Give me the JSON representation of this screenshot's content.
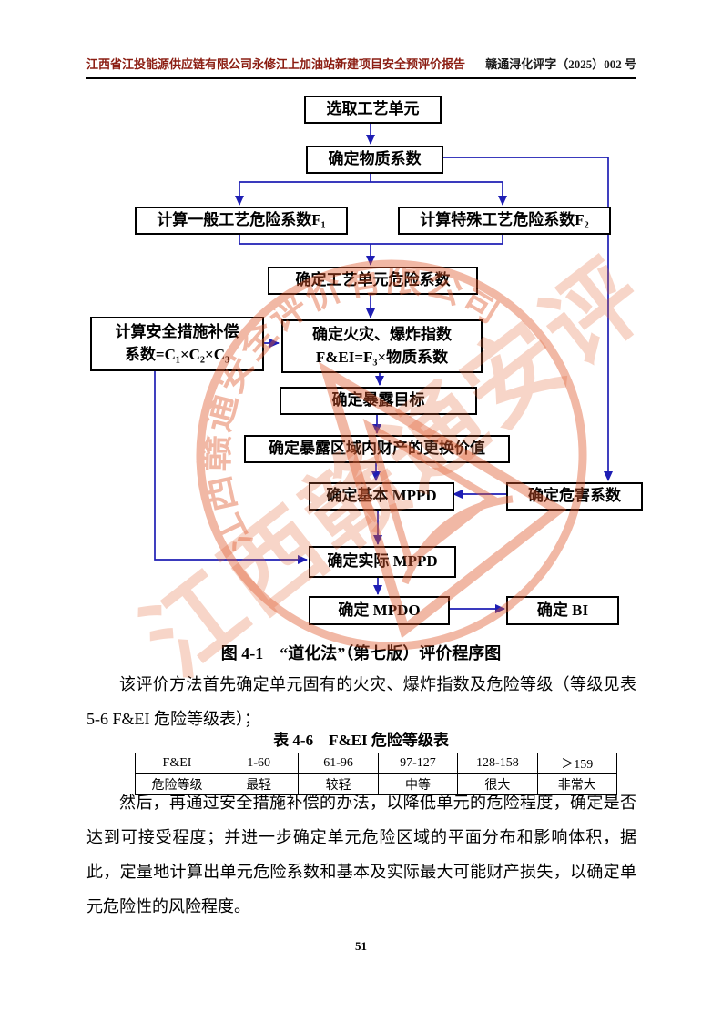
{
  "header": {
    "left": "江西省江投能源供应链有限公司永修江上加油站新建项目安全预评价报告",
    "right": "赣通浔化评字（2025）002 号"
  },
  "flowchart": {
    "caption": "图 4-1　“道化法”（第七版）评价程序图",
    "nodes": {
      "select_unit": "选取工艺单元",
      "material_factor": "确定物质系数",
      "general_f1": "计算一般工艺危险系数F₁",
      "special_f2": "计算特殊工艺危险系数F₂",
      "unit_hazard": "确定工艺单元危险系数",
      "compensation_l1": "计算安全措施补偿",
      "compensation_l2": "系数=C₁×C₂×C₃",
      "fei_l1": "确定火灾、爆炸指数",
      "fei_l2": "F&EI=F₃×物质系数",
      "exposure_target": "确定暴露目标",
      "replacement_value": "确定暴露区域内财产的更换价值",
      "base_mppd": "确定基本 MPPD",
      "damage_factor": "确定危害系数",
      "actual_mppd": "确定实际 MPPD",
      "mpdo": "确定 MPDO",
      "bi": "确定 BI"
    }
  },
  "body": {
    "para1": "该评价方法首先确定单元固有的火灾、爆炸指数及危险等级（等级见表5-6 F&EI 危险等级表）；",
    "table_caption": "表 4-6　F&EI 危险等级表",
    "para2": "然后，再通过安全措施补偿的办法，以降低单元的危险程度，确定是否达到可接受程度；并进一步确定单元危险区域的平面分布和影响体积，据此，定量地计算出单元危险系数和基本及实际最大可能财产损失，以确定单元危险性的风险程度。"
  },
  "table": {
    "rows": [
      [
        "F&EI",
        "1-60",
        "61-96",
        "97-127",
        "128-158",
        "＞159"
      ],
      [
        "危险等级",
        "最轻",
        "较轻",
        "中等",
        "很大",
        "非常大"
      ]
    ]
  },
  "watermark": {
    "ring_text": "江西赣通安全评价有限公司",
    "diagonal_text": "江西赣通安评"
  },
  "footer": {
    "page_number": "51"
  }
}
